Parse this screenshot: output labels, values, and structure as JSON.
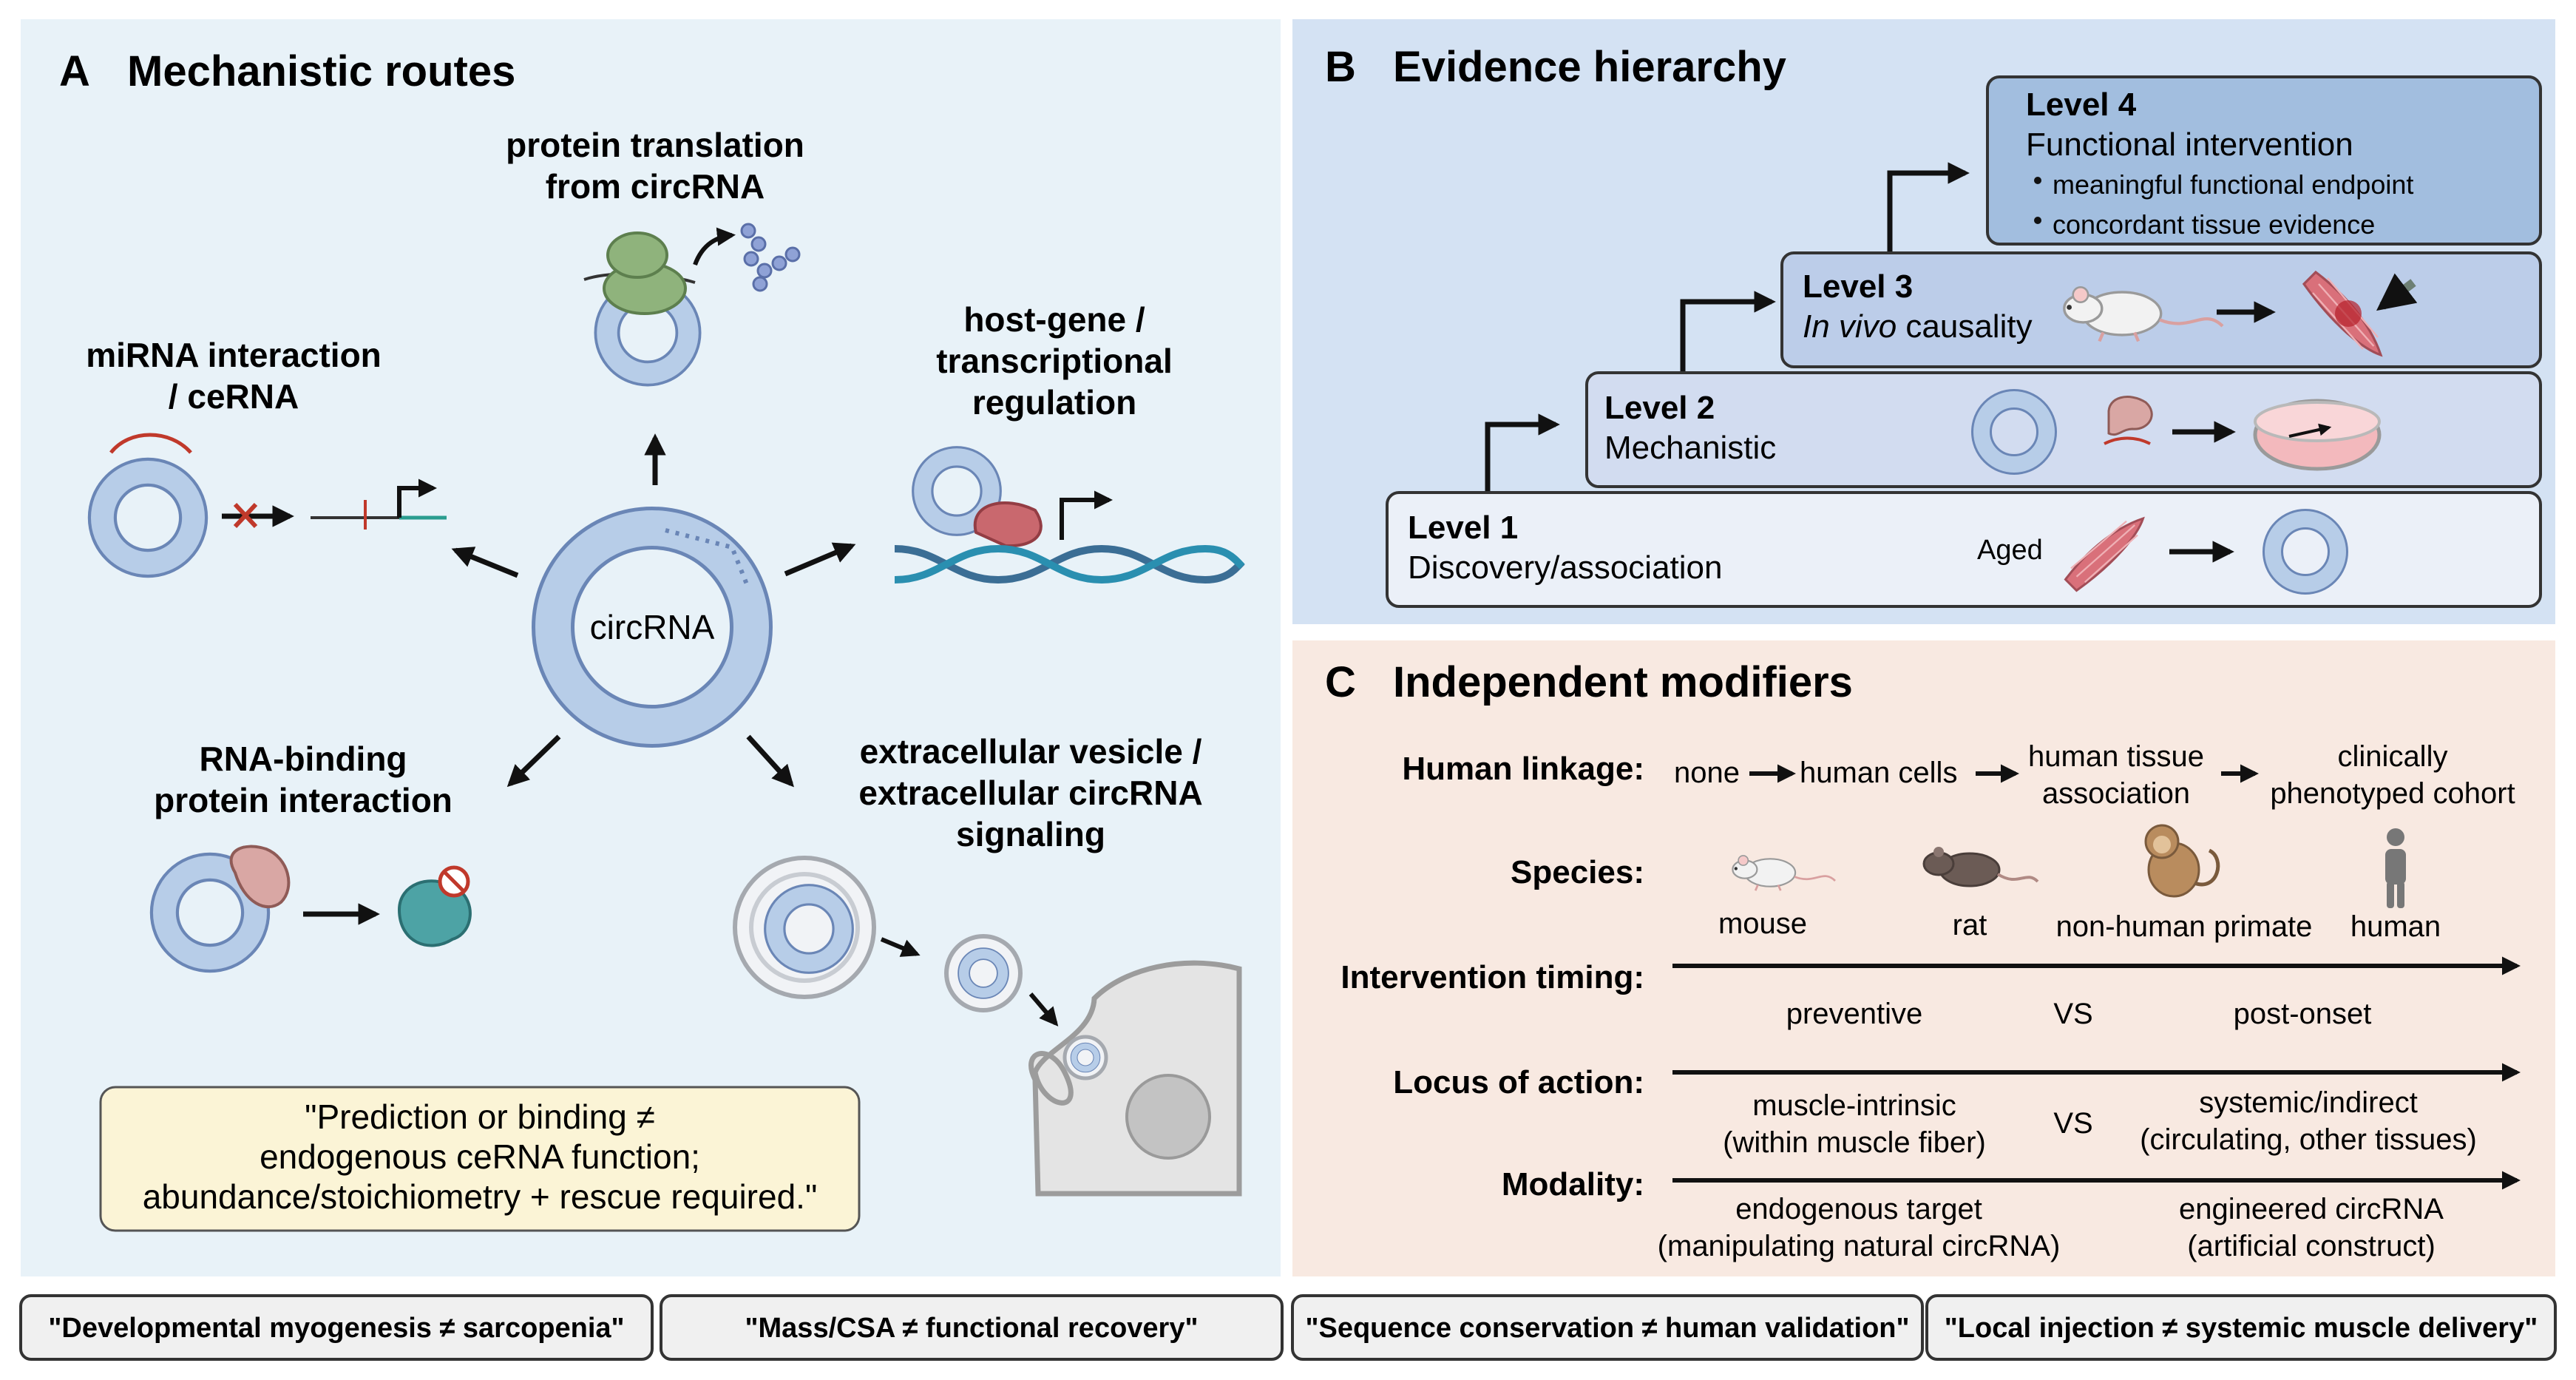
{
  "panel_a": {
    "letter": "A",
    "title": "Mechanistic routes",
    "center_label": "circRNA",
    "translation": {
      "line1": "protein translation",
      "line2": "from circRNA"
    },
    "mirna": {
      "line1": "miRNA interaction",
      "line2": "/ ceRNA"
    },
    "hostgene": {
      "line1": "host-gene /",
      "line2": "transcriptional",
      "line3": "regulation"
    },
    "rbp": {
      "line1": "RNA-binding",
      "line2": "protein interaction"
    },
    "ev": {
      "line1": "extracellular vesicle /",
      "line2": "extracellular circRNA",
      "line3": "signaling"
    },
    "quote": {
      "line1": "\"Prediction or binding ≠",
      "line2": "endogenous ceRNA function;",
      "line3": "abundance/stoichiometry + rescue required.\""
    }
  },
  "panel_b": {
    "letter": "B",
    "title": "Evidence hierarchy",
    "level4": {
      "title": "Level 4",
      "subtitle": "Functional intervention",
      "bullet1": "meaningful functional endpoint",
      "bullet2": "concordant tissue evidence"
    },
    "level3": {
      "title": "Level 3",
      "subtitle_italic": "In vivo",
      "subtitle_rest": " causality"
    },
    "level2": {
      "title": "Level 2",
      "subtitle": "Mechanistic"
    },
    "level1": {
      "title": "Level 1",
      "subtitle": "Discovery/association",
      "aged": "Aged"
    }
  },
  "panel_c": {
    "letter": "C",
    "title": "Independent modifiers",
    "human_linkage": {
      "label": "Human linkage:",
      "none": "none",
      "cells": "human cells",
      "tissue1": "human tissue",
      "tissue2": "association",
      "cohort1": "clinically",
      "cohort2": "phenotyped cohort"
    },
    "species": {
      "label": "Species:",
      "mouse": "mouse",
      "rat": "rat",
      "primate": "non-human primate",
      "human": "human"
    },
    "timing": {
      "label": "Intervention timing:",
      "left": "preventive",
      "vs": "VS",
      "right": "post-onset"
    },
    "locus": {
      "label": "Locus of action:",
      "left1": "muscle-intrinsic",
      "left2": "(within muscle fiber)",
      "vs": "VS",
      "right1": "systemic/indirect",
      "right2": "(circulating, other tissues)"
    },
    "modality": {
      "label": "Modality:",
      "left1": "endogenous target",
      "left2": "(manipulating natural circRNA)",
      "right1": "engineered circRNA",
      "right2": "(artificial construct)"
    }
  },
  "footer": {
    "box1": "\"Developmental myogenesis ≠ sarcopenia\"",
    "box2": "\"Mass/CSA ≠ functional recovery\"",
    "box3": "\"Sequence conservation ≠ human validation\"",
    "box4": "\"Local injection ≠ systemic muscle delivery\""
  },
  "colors": {
    "panel_a_bg": "#e8f2f8",
    "panel_b_bg": "#d4e2f3",
    "panel_c_bg": "#f8e9e1",
    "circ_fill": "#a9c2e2",
    "circ_stroke": "#6a86b6",
    "quote_bg": "#fbf4d6",
    "footer_bg": "#f0f0f0"
  }
}
